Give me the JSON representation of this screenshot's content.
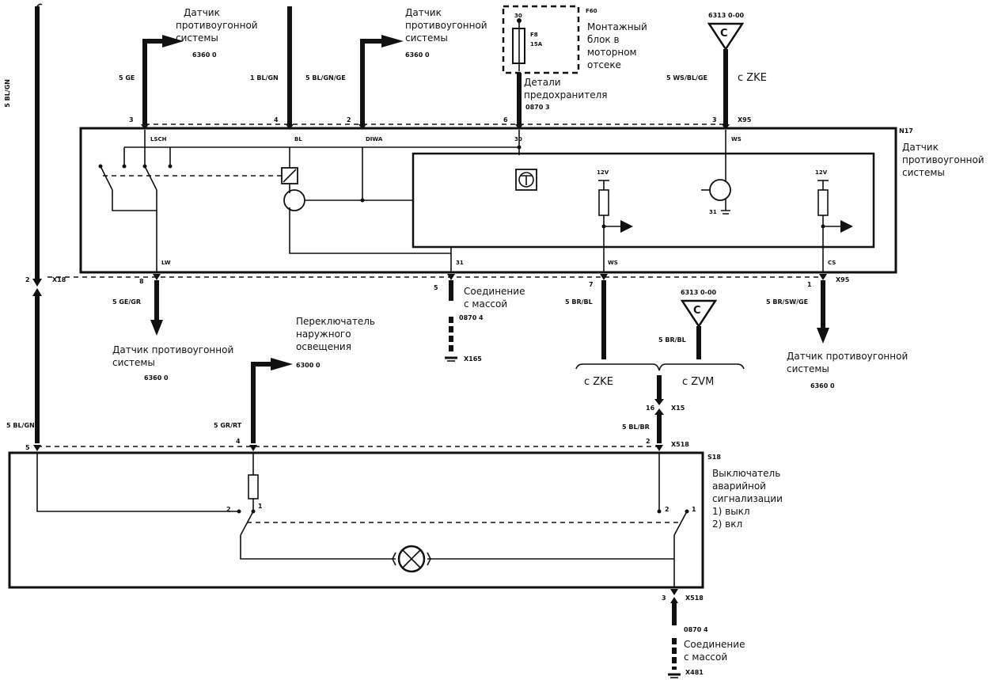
{
  "labels": {
    "sensor_1": [
      "Датчик",
      "противоугонной",
      "системы"
    ],
    "sensor_1_code": "6360 0",
    "sensor_2": [
      "Датчик",
      "противоугонной",
      "системы"
    ],
    "sensor_2_code": "6360 0",
    "fuse_box": [
      "Монтажный",
      "блок в",
      "моторном",
      "отсеке"
    ],
    "fuse_box_id": "F60",
    "fuse_id": "F8",
    "fuse_rating": "15A",
    "fuse_pin": "30",
    "fuse_details": [
      "Детали",
      "предохранителя"
    ],
    "fuse_details_code": "0870 3",
    "conn_c_top_code": "6313 0-00",
    "conn_c_letter": "C",
    "zke_top": "с ZKE",
    "n17_id": "N17",
    "n17_label": [
      "Датчик",
      "противоугонной",
      "системы"
    ],
    "ground_1": [
      "Соединение",
      "с массой"
    ],
    "ground_1_code": "0870 4",
    "ground_1_conn": "X165",
    "sensor_left": [
      "Датчик противоугонной",
      "системы"
    ],
    "sensor_left_code": "6360 0",
    "sensor_right": [
      "Датчик противоугонной",
      "системы"
    ],
    "sensor_right_code": "6360 0",
    "light_switch": [
      "Переключатель",
      "наружного",
      "освещения"
    ],
    "light_switch_code": "6300 0",
    "conn_c_mid_code": "6313 0-00",
    "zke_mid": "с ZKE",
    "zvm_mid": "с ZVM",
    "s18_id": "S18",
    "s18_label": [
      "Выключатель",
      "аварийной",
      "сигнализации",
      "1) выкл",
      "2) вкл"
    ],
    "ground_2": [
      "Соединение",
      "с массой"
    ],
    "ground_2_code": "0870 4",
    "ground_2_conn": "X481"
  },
  "wires": {
    "w_left_top": "5 BL/GN",
    "w_left_bottom": "5 BL/GN",
    "w_ge": "5 GE",
    "w_blgn": "1 BL/GN",
    "w_blgnge": "5 BL/GN/GE",
    "w_wsblge": "5 WS/BL/GE",
    "w_gegr": "5 GE/GR",
    "w_brbl": "5 BR/BL",
    "w_brbl_c": "5 BR/BL",
    "w_brswge": "5 BR/SW/GE",
    "w_grrt": "5 GR/RT",
    "w_blbr": "5 BL/BR"
  },
  "pins": {
    "n17_top": [
      "3",
      "4",
      "2",
      "6",
      "3"
    ],
    "n17_top_conn": "X95",
    "n17_top_inner": [
      "LSCH",
      "BL",
      "DIWA",
      "30",
      "WS"
    ],
    "n17_bottom": [
      "8",
      "5",
      "7",
      "1"
    ],
    "n17_bottom_conn": "X95",
    "n17_bottom_inner": [
      "LW",
      "31",
      "WS",
      "CS"
    ],
    "pin_31_transistor": "31",
    "left_x18_pin": "2",
    "left_x18": "X18",
    "x15_pin": "16",
    "x15": "X15",
    "s18_top": [
      "5",
      "4",
      "2"
    ],
    "s18_top_conn": "X518",
    "s18_contacts": [
      "2",
      "1",
      "2",
      "1"
    ],
    "s18_bottom_pin": "3",
    "s18_bottom_conn": "X518",
    "v12_left": "12V",
    "v12_right": "12V"
  }
}
